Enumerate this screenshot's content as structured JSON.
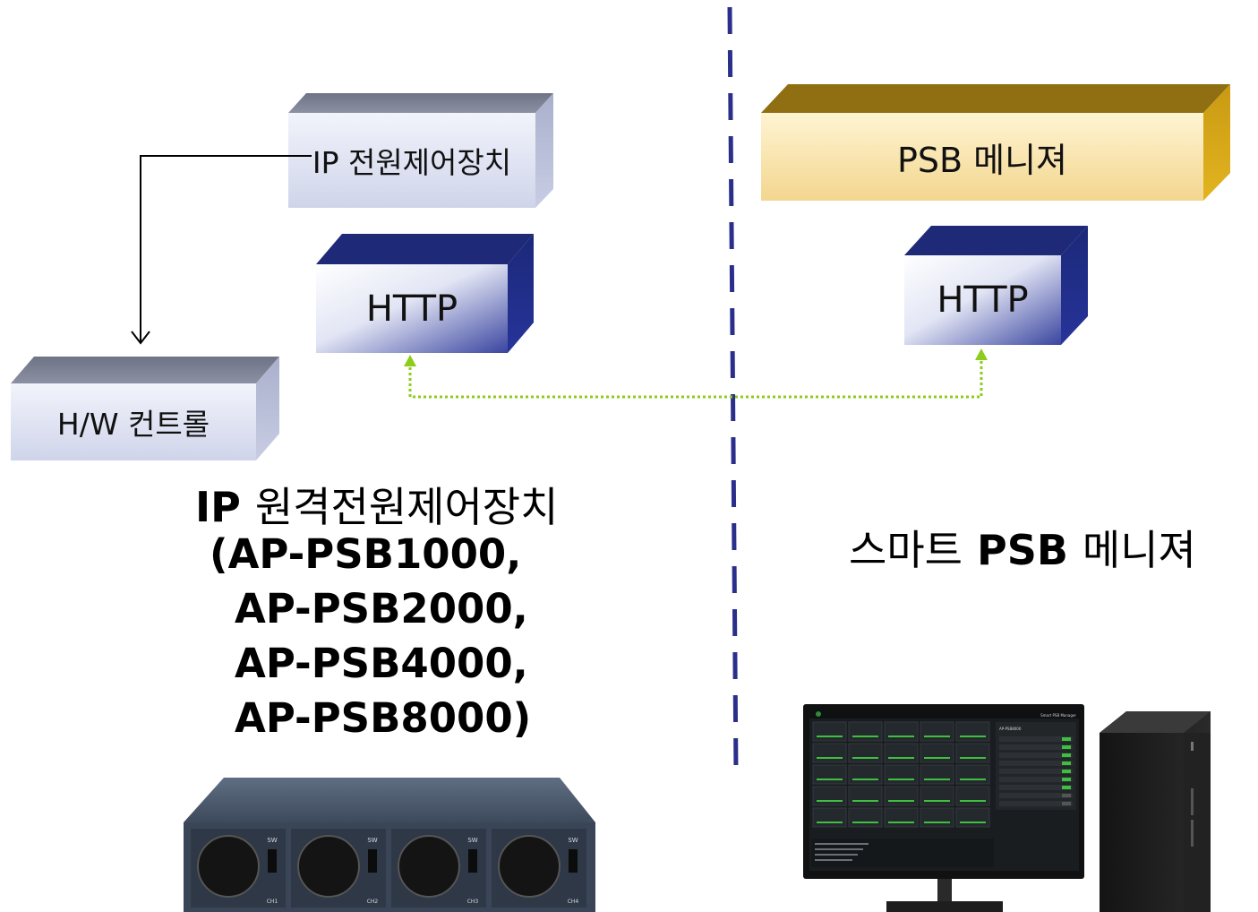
{
  "left": {
    "ip_power_box": "IP 전원제어장치",
    "http_box": "HTTP",
    "hw_control_box": "H/W 컨트롤",
    "title": {
      "ip": "IP",
      "rest": "원격전원제어장치",
      "models": [
        "(AP-PSB1000,",
        "AP-PSB2000,",
        "AP-PSB4000,",
        "AP-PSB8000)"
      ]
    },
    "device": {
      "outlets": [
        {
          "sw": "SW",
          "channel": "CH1"
        },
        {
          "sw": "SW",
          "channel": "CH2"
        },
        {
          "sw": "SW",
          "channel": "CH3"
        },
        {
          "sw": "SW",
          "channel": "CH4"
        }
      ]
    }
  },
  "right": {
    "psb_manager_box": "PSB 메니져",
    "http_box": "HTTP",
    "title": {
      "pre": "스마트",
      "psb": "PSB",
      "post": "메니져"
    },
    "monitor_title": "Smart PSB Manager",
    "panel_title": "AP-PSB8000"
  },
  "colors": {
    "gray_box_front": "#e7eaf6",
    "gray_box_top": "#7d8296",
    "navy_box": "#1e2a78",
    "gold_box": "#e6b92a",
    "divider": "#2b2f8c",
    "connector": "#8ccc1a"
  }
}
